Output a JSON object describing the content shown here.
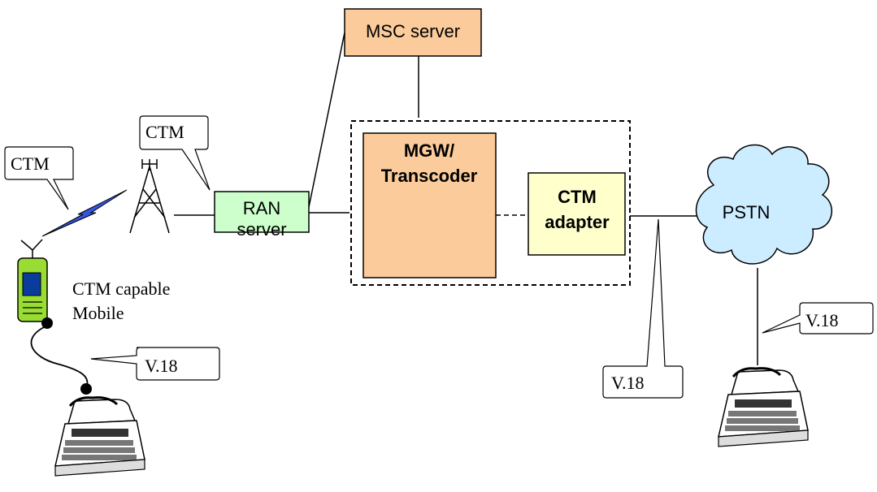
{
  "nodes": {
    "msc_server": "MSC server",
    "ran_server_line1": "RAN",
    "ran_server_line2": "server",
    "mgw_line1": "MGW/",
    "mgw_line2": "Transcoder",
    "ctm_adapter_line1": "CTM",
    "ctm_adapter_line2": "adapter",
    "pstn": "PSTN"
  },
  "callouts": {
    "ctm_mobile_link": "CTM",
    "ctm_tower_link": "CTM",
    "v18_mobile_tty": "V.18",
    "v18_mgw_pstn_link": "V.18",
    "v18_pstn_tty": "V.18"
  },
  "labels": {
    "mobile_line1": "CTM capable",
    "mobile_line2": "Mobile"
  },
  "colors": {
    "msc_fill": "#FBCB9C",
    "mgw_fill": "#FBCB9C",
    "ran_fill": "#CCFFCC",
    "ctm_adapter_fill": "#FFFFCC",
    "pstn_fill": "#CCECFF",
    "lightning_fill": "#3355DD",
    "mobile_body": "#99DD33",
    "mobile_screen": "#0A3C9C"
  },
  "icons": {
    "antenna_tower": "radio-tower-icon",
    "lightning": "radio-link-lightning-icon",
    "mobile": "mobile-phone-icon",
    "tty": "teletypewriter-icon",
    "pstn_cloud": "cloud-icon"
  }
}
